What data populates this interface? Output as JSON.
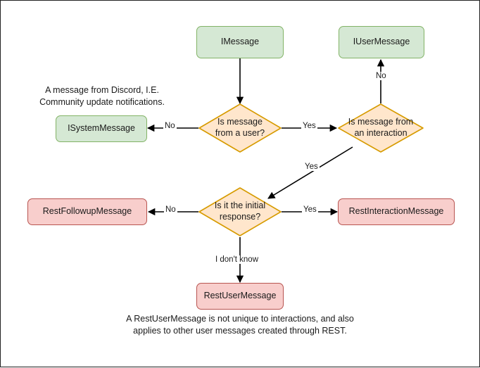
{
  "diagram": {
    "title": "Discord message type decision flowchart",
    "colors": {
      "green_fill": "#d5e8d4",
      "green_stroke": "#82b366",
      "red_fill": "#f8cecc",
      "red_stroke": "#b85450",
      "orange_fill": "#ffe6cc",
      "orange_stroke": "#d79b00",
      "edge_stroke": "#000000",
      "frame_stroke": "#222222",
      "text": "#1a1a1a"
    },
    "nodes": {
      "imessage": "IMessage",
      "iusermessage": "IUserMessage",
      "isystemmessage": "ISystemMessage",
      "decision_user": "Is message from a user?",
      "decision_interaction": "Is message from an interaction",
      "decision_initial": "Is it the initial response?",
      "restfollowupmessage": "RestFollowupMessage",
      "restinteractionmessage": "RestInteractionMessage",
      "restusermessage": "RestUserMessage"
    },
    "edge_labels": {
      "user_no": "No",
      "user_yes": "Yes",
      "interaction_no": "No",
      "interaction_yes": "Yes",
      "initial_no": "No",
      "initial_yes": "Yes",
      "initial_unknown": "I don't know"
    },
    "notes": {
      "system_message": "A message from Discord, I.E. Community update notifications.",
      "rest_user_message": "A RestUserMessage is not unique to interactions, and also applies to other user messages created through REST."
    }
  }
}
